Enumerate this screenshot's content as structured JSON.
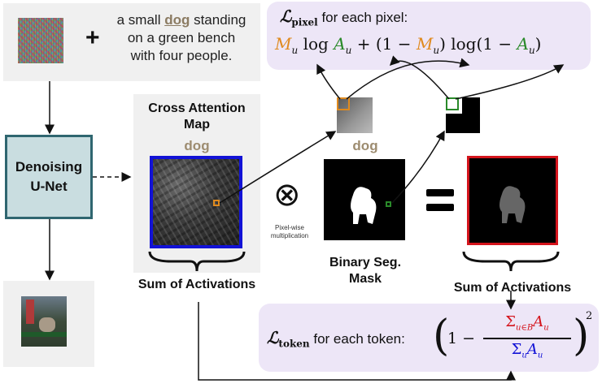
{
  "prompt": {
    "line1_pre": "a small ",
    "line1_token": "dog",
    "line1_post": " standing",
    "line2": "on a green bench",
    "line3": "with four people."
  },
  "plus_sign": "+",
  "unet": {
    "line1": "Denoising",
    "line2": "U-Net"
  },
  "cross_attention": {
    "line1": "Cross Attention",
    "line2": "Map",
    "token": "dog"
  },
  "crop_token_label": "dog",
  "multiply_symbol": "⊗",
  "multiply_label_line1": "Pixel-wise",
  "multiply_label_line2": "multiplication",
  "binary_seg": {
    "line1": "Binary Seg.",
    "line2": "Mask"
  },
  "equals_sign": "=",
  "sum_left": "Sum of Activations",
  "sum_right": "Sum of Activations",
  "loss_pixel": {
    "symbol": "ℒ",
    "subscript": "pixel",
    "label": "for each pixel:",
    "equation_parts": [
      "M",
      "u",
      " log ",
      "A",
      "u",
      " + (1 − ",
      "M",
      "u",
      ") log(1 − ",
      "A",
      "u",
      ")"
    ]
  },
  "loss_token": {
    "symbol": "ℒ",
    "subscript": "token",
    "label": "for each token:",
    "numerator": "Σ",
    "numerator_sub": "u∈B",
    "numerator_term": "A",
    "numerator_term_sub": "u",
    "denominator": "Σ",
    "denominator_sub": "u",
    "denominator_term": "A",
    "denominator_term_sub": "u",
    "exponent": "2",
    "one_minus": "1 −"
  },
  "colors": {
    "orange": "#e08a1e",
    "green": "#2a8a2a",
    "blue": "#1212d6",
    "red": "#d4141c",
    "purple_panel": "#ede6f7",
    "unet_fill": "#c9dde0",
    "unet_border": "#2f6670",
    "tan": "#9d8c70"
  }
}
